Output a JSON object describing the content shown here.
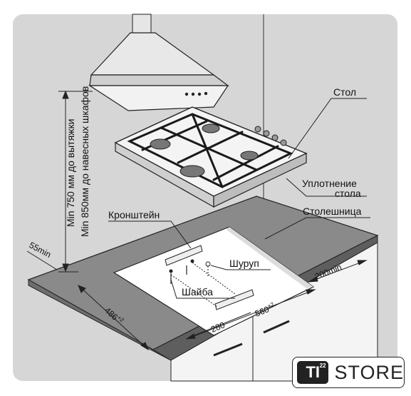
{
  "labels": {
    "table": "Стол",
    "seal_line1": "Уплотнение",
    "seal_line2": "стола",
    "countertop": "Столешница",
    "bracket": "Кронштейн",
    "screw": "Шуруп",
    "washer": "Шайба",
    "hood_clearance": "Min 750 мм до вытяжки",
    "cabinet_clearance": "Min 850мм до навесных шкафов"
  },
  "dimensions": {
    "edge_min": "55min",
    "wall_gap": "200min",
    "depth": "486",
    "depth_tol": "+2",
    "width": "560",
    "width_tol": "+2",
    "bracket_pos": "280"
  },
  "logo": {
    "mark": "TI",
    "mark_sup": "22",
    "word": "STORE"
  },
  "colors": {
    "background": "#d6d6d6",
    "counter_top": "#8a8a8a",
    "cutout": "#ffffff",
    "line": "#222222"
  }
}
